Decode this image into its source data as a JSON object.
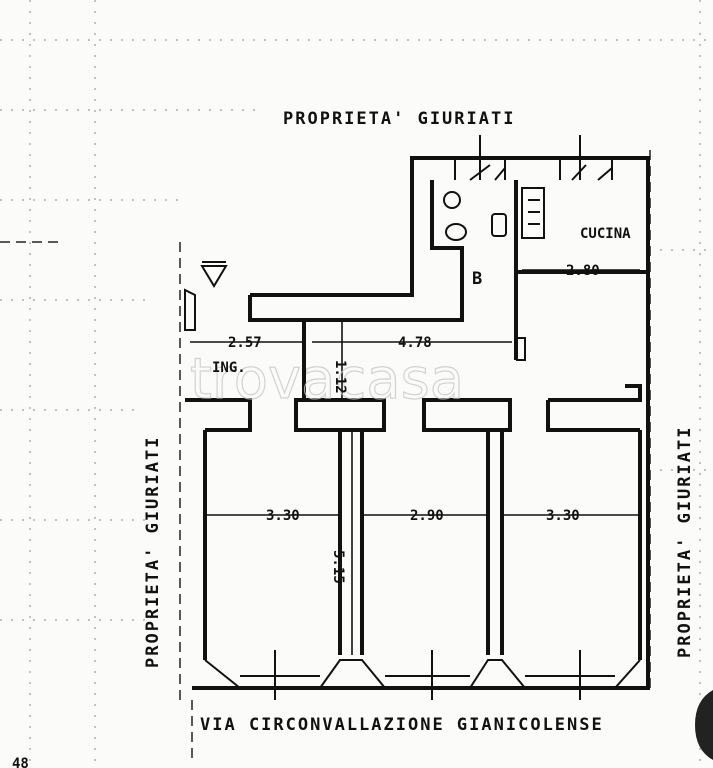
{
  "labels": {
    "top_owner": "PROPRIETA'   GIURIATI",
    "left_owner": "PROPRIETA'   GIURIATI",
    "right_owner": "PROPRIETA'   GIURIATI",
    "street": "VIA   CIRCONVALLAZIONE     GIANICOLENSE",
    "kitchen": "CUCINA",
    "bathroom": "B",
    "entrance": "ING.",
    "corner_mark": "48",
    "watermark": "trovacasa"
  },
  "dimensions": {
    "entrance_width": "2.57",
    "corridor_width": "4.78",
    "kitchen_width": "2.80",
    "room_left_width": "3.30",
    "room_center_width": "2.90",
    "room_right_width": "3.30",
    "corridor_depth": "1.12",
    "room_depth": "5.15"
  }
}
